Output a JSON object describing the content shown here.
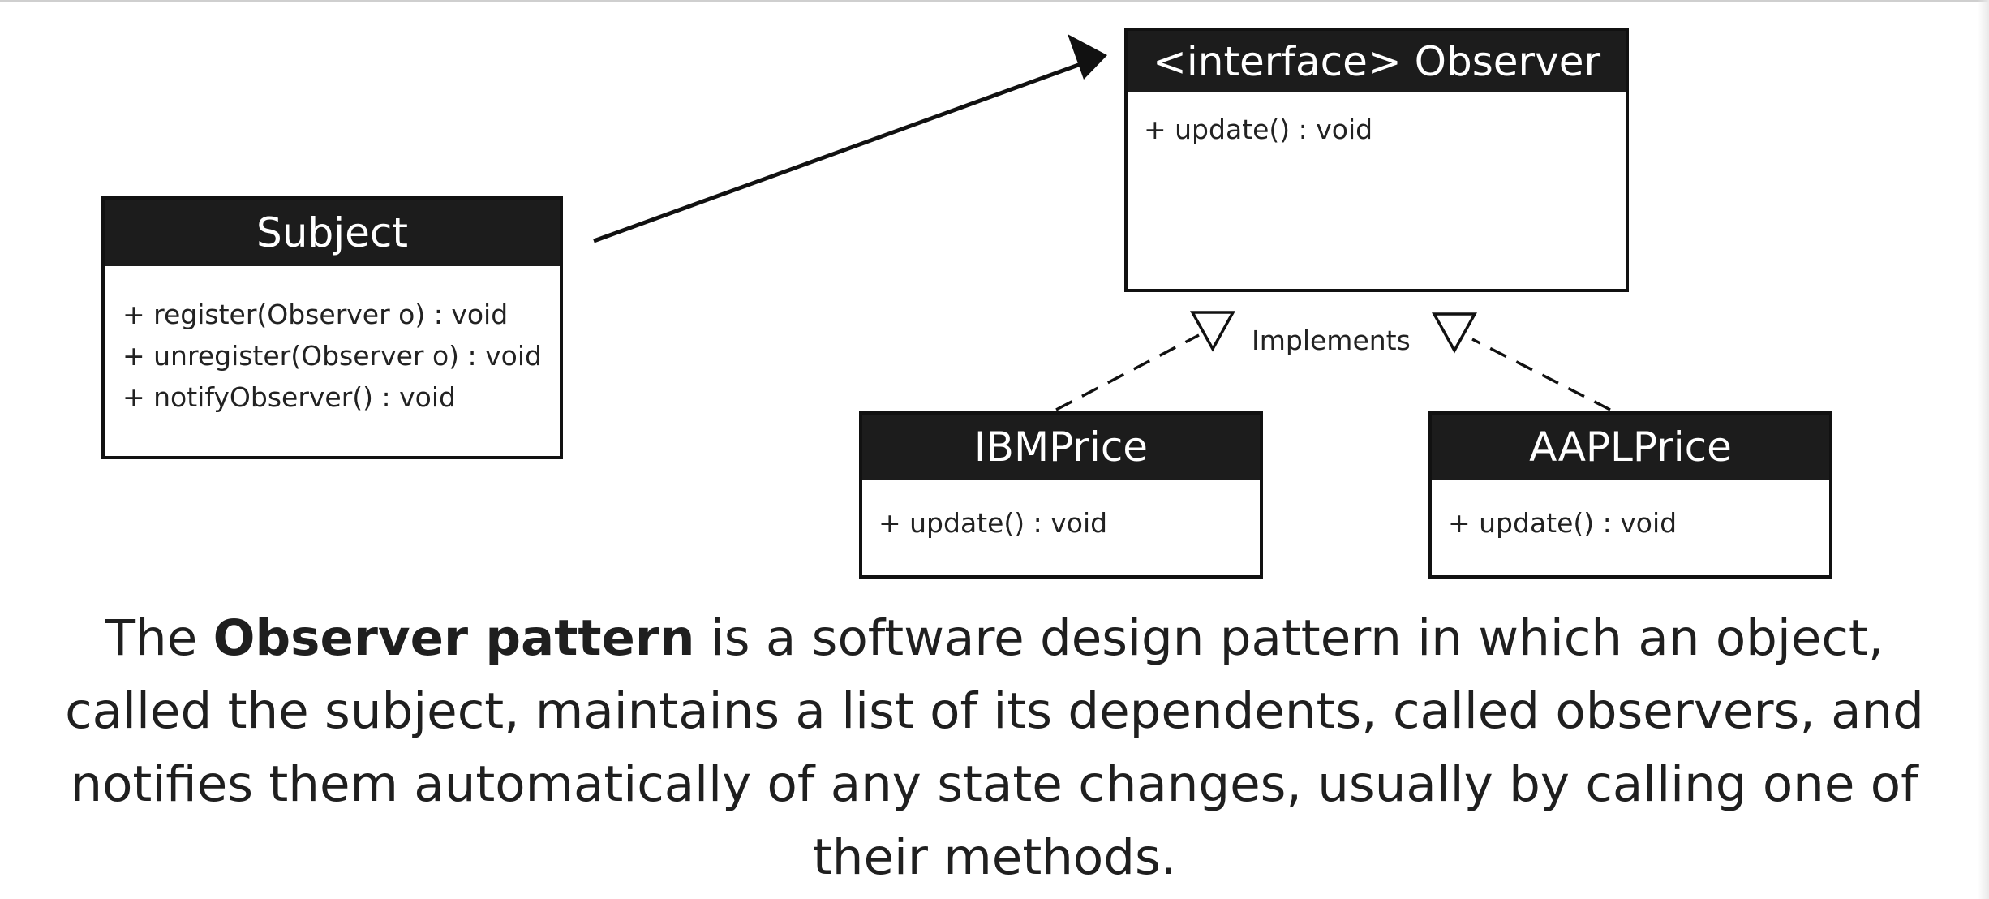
{
  "observer": {
    "name": "<interface> Observer",
    "members": [
      "+ update() : void"
    ]
  },
  "subject": {
    "name": "Subject",
    "members": [
      "+ register(Observer o) : void",
      "+ unregister(Observer o) : void",
      "+ notifyObserver() : void"
    ]
  },
  "ibm": {
    "name": "IBMPrice",
    "members": [
      "+ update() : void"
    ]
  },
  "aapl": {
    "name": "AAPLPrice",
    "members": [
      "+ update() : void"
    ]
  },
  "relation_label": "Implements",
  "caption": {
    "line1_before": "The ",
    "line1_bold": "Observer pattern",
    "line1_after": " is a software design pattern in which an object,",
    "line2": "called the subject, maintains a list of its dependents, called observers, and",
    "line3": "notifies them automatically of any state changes, usually by calling one of",
    "line4": "their methods."
  }
}
